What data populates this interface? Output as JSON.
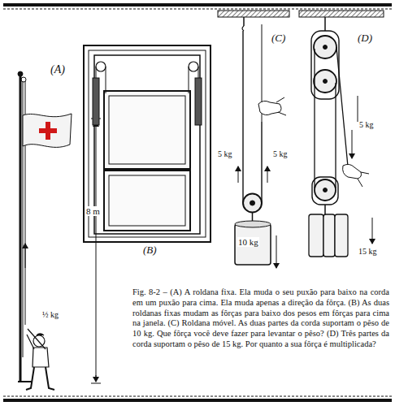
{
  "diagram": {
    "caption": "Fig. 8-2 – (A) A roldana fixa. Ela muda o seu puxão para baixo na corda em um puxão para cima. Ela muda apenas a direção da fôrça. (B) As duas roldanas fixas mudam as fôrças para baixo dos pesos em fôrças para cima na janela. (C) Roldana móvel. As duas partes da corda suportam o pêso de 10 kg. Que fôrça você deve fazer para levantar o pêso? (D) Três partes da corda suportam o pêso de 15 kg. Por quanto a sua fôrça é multiplicada?",
    "labels": [
      "(A)",
      "8 m",
      "½ kg",
      "(B)",
      "(C)",
      "5 kg",
      "5 kg",
      "10 kg",
      "(D)",
      "5 kg",
      "15 kg"
    ]
  }
}
